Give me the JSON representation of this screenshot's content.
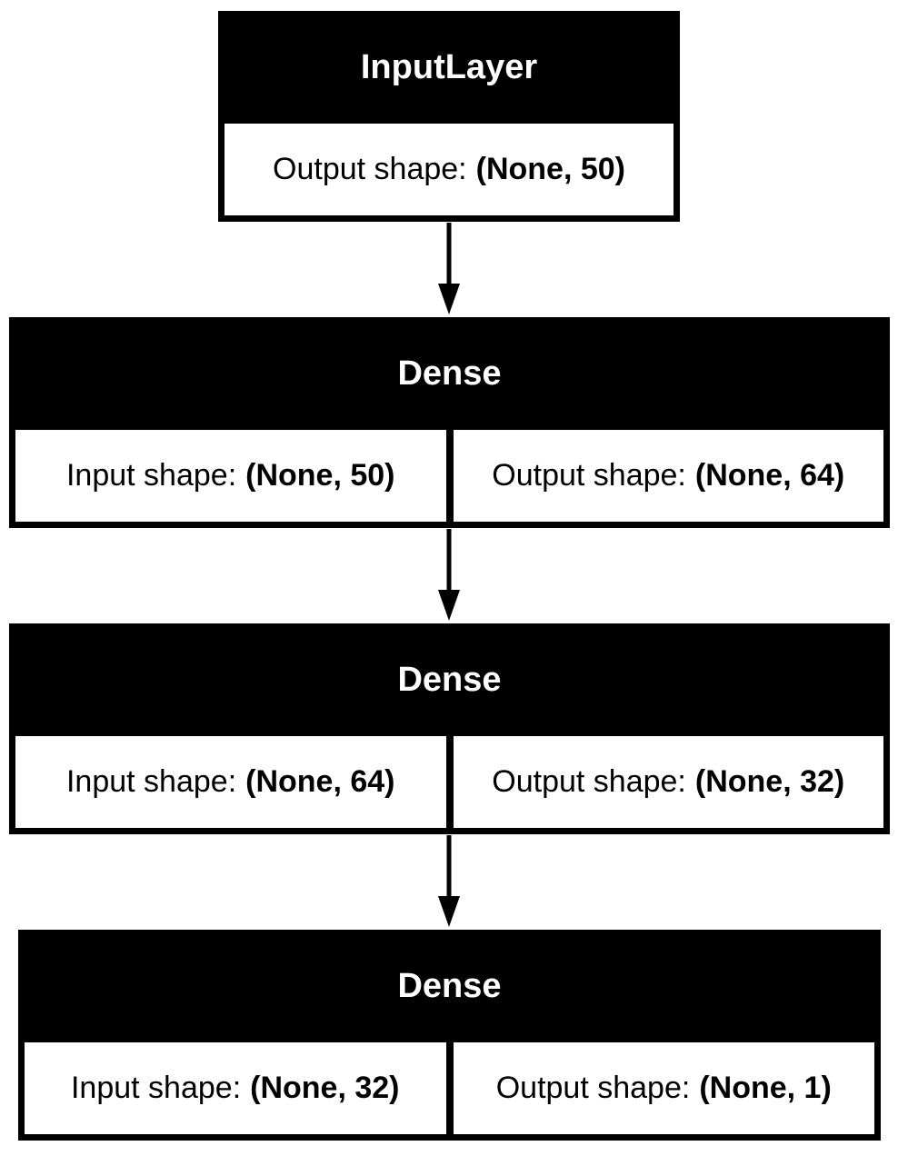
{
  "nodes": [
    {
      "title": "InputLayer",
      "cells": [
        {
          "label": "Output shape:",
          "value": "(None, 50)"
        }
      ]
    },
    {
      "title": "Dense",
      "cells": [
        {
          "label": "Input shape:",
          "value": "(None, 50)"
        },
        {
          "label": "Output shape:",
          "value": "(None, 64)"
        }
      ]
    },
    {
      "title": "Dense",
      "cells": [
        {
          "label": "Input shape:",
          "value": "(None, 64)"
        },
        {
          "label": "Output shape:",
          "value": "(None, 32)"
        }
      ]
    },
    {
      "title": "Dense",
      "cells": [
        {
          "label": "Input shape:",
          "value": "(None, 32)"
        },
        {
          "label": "Output shape:",
          "value": "(None, 1)"
        }
      ]
    }
  ],
  "colors": {
    "header": "#000000",
    "header_text": "#ffffff",
    "cell_background": "#ffffff",
    "edge": "#000000"
  }
}
